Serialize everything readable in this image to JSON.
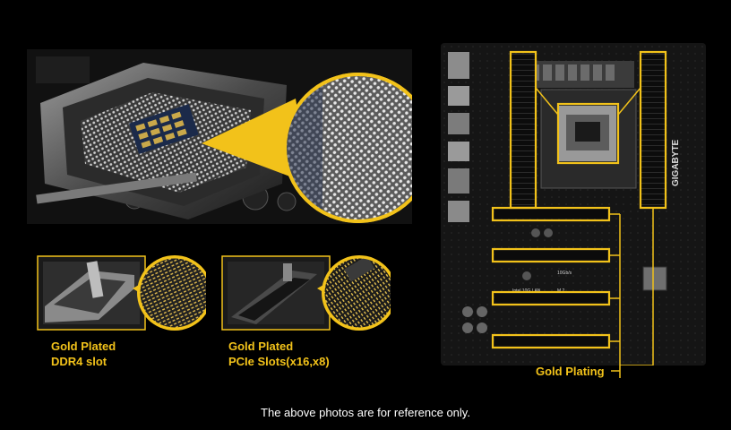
{
  "callouts": {
    "ddr4_label_line1": "Gold Plated",
    "ddr4_label_line2": "DDR4 slot",
    "pcie_label_line1": "Gold Plated",
    "pcie_label_line2": "PCIe Slots(x16,x8)",
    "board_label": "Gold Plating"
  },
  "board_text": {
    "brand": "GIGABYTE",
    "lan_mark": "10Gb/s",
    "lan_chip": "Intel 10G LAN",
    "m2_mark": "M.2"
  },
  "footer": {
    "disclaimer": "The above photos are for reference only."
  },
  "colors": {
    "accent": "#f2c21a",
    "background": "#000000",
    "text": "#ffffff"
  }
}
